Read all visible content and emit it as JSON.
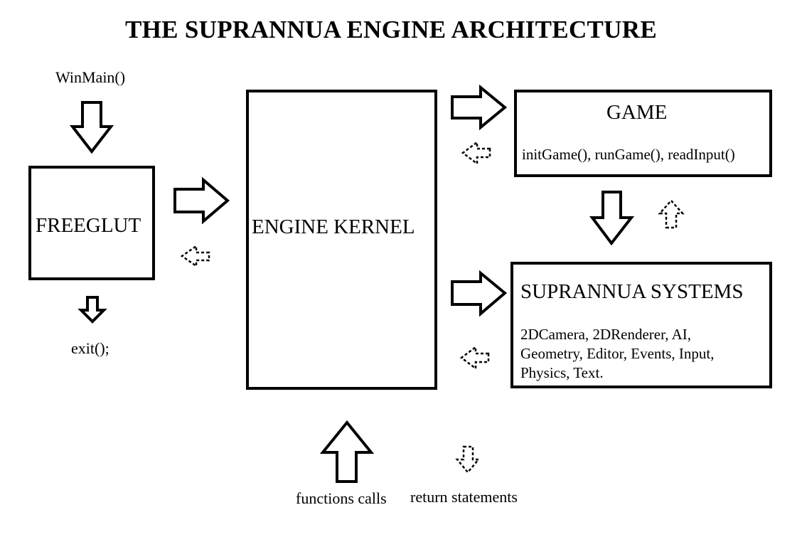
{
  "title": "THE SUPRANNUA ENGINE ARCHITECTURE",
  "winmain": "WinMain()",
  "exit": "exit();",
  "freeglut": "FREEGLUT",
  "kernel": "ENGINE KERNEL",
  "game": {
    "title": "GAME",
    "functions": "initGame(), runGame(), readInput()"
  },
  "systems": {
    "title": "SUPRANNUA SYSTEMS",
    "line1": "2DCamera, 2DRenderer, AI,",
    "line2": "Geometry, Editor, Events, Input,",
    "line3": "Physics, Text."
  },
  "legend": {
    "calls": "functions calls",
    "returns": "return statements"
  }
}
